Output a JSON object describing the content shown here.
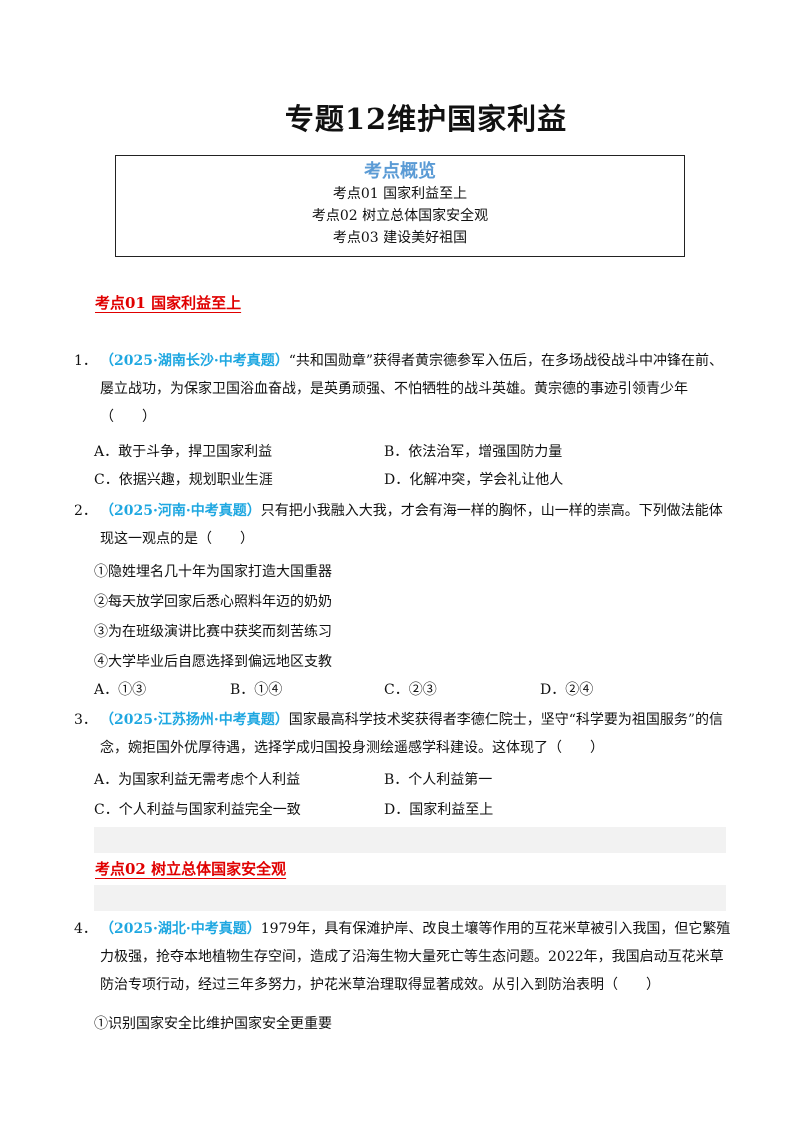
{
  "title": "专题12维护国家利益",
  "overview": {
    "heading": "考点概览",
    "items": [
      "考点01  国家利益至上",
      "考点02  树立总体国家安全观",
      "考点03  建设美好祖国"
    ]
  },
  "sections": [
    {
      "label": "考点01  国家利益至上"
    },
    {
      "label": "考点02  树立总体国家安全观"
    }
  ],
  "questions": [
    {
      "num": "1．",
      "source": "（2025·湖南长沙·中考真题）",
      "text": "“共和国勋章”获得者黄宗德参军入伍后，在多场战役战斗中冲锋在前、屡立战功，为保家卫国浴血奋战，是英勇顽强、不怕牺牲的战斗英雄。黄宗德的事迹引领青少年（　　）",
      "options": [
        "A．敢于斗争，捍卫国家利益",
        "B．依法治军，增强国防力量",
        "C．依据兴趣，规划职业生涯",
        "D．化解冲突，学会礼让他人"
      ]
    },
    {
      "num": "2．",
      "source": "（2025·河南·中考真题）",
      "text": "只有把小我融入大我，才会有海一样的胸怀，山一样的崇高。下列做法能体现这一观点的是（　　）",
      "statements": [
        "①隐姓埋名几十年为国家打造大国重器",
        "②每天放学回家后悉心照料年迈的奶奶",
        "③为在班级演讲比赛中获奖而刻苦练习",
        "④大学毕业后自愿选择到偏远地区支教"
      ],
      "options": [
        "A．①③",
        "B．①④",
        "C．②③",
        "D．②④"
      ]
    },
    {
      "num": "3．",
      "source": "（2025·江苏扬州·中考真题）",
      "text": "国家最高科学技术奖获得者李德仁院士，坚守“科学要为祖国服务”的信念，婉拒国外优厚待遇，选择学成归国投身测绘遥感学科建设。这体现了（　　）",
      "options": [
        "A．为国家利益无需考虑个人利益",
        "B．个人利益第一",
        "C．个人利益与国家利益完全一致",
        "D．国家利益至上"
      ]
    },
    {
      "num": "4．",
      "source": "（2025·湖北·中考真题）",
      "text": "1979年，具有保滩护岸、改良土壤等作用的互花米草被引入我国，但它繁殖力极强，抢夺本地植物生存空间，造成了沿海生物大量死亡等生态问题。2022年，我国启动互花米草防治专项行动，经过三年多努力，护花米草治理取得显著成效。从引入到防治表明（　　）",
      "statements": [
        "①识别国家安全比维护国家安全更重要"
      ]
    }
  ]
}
